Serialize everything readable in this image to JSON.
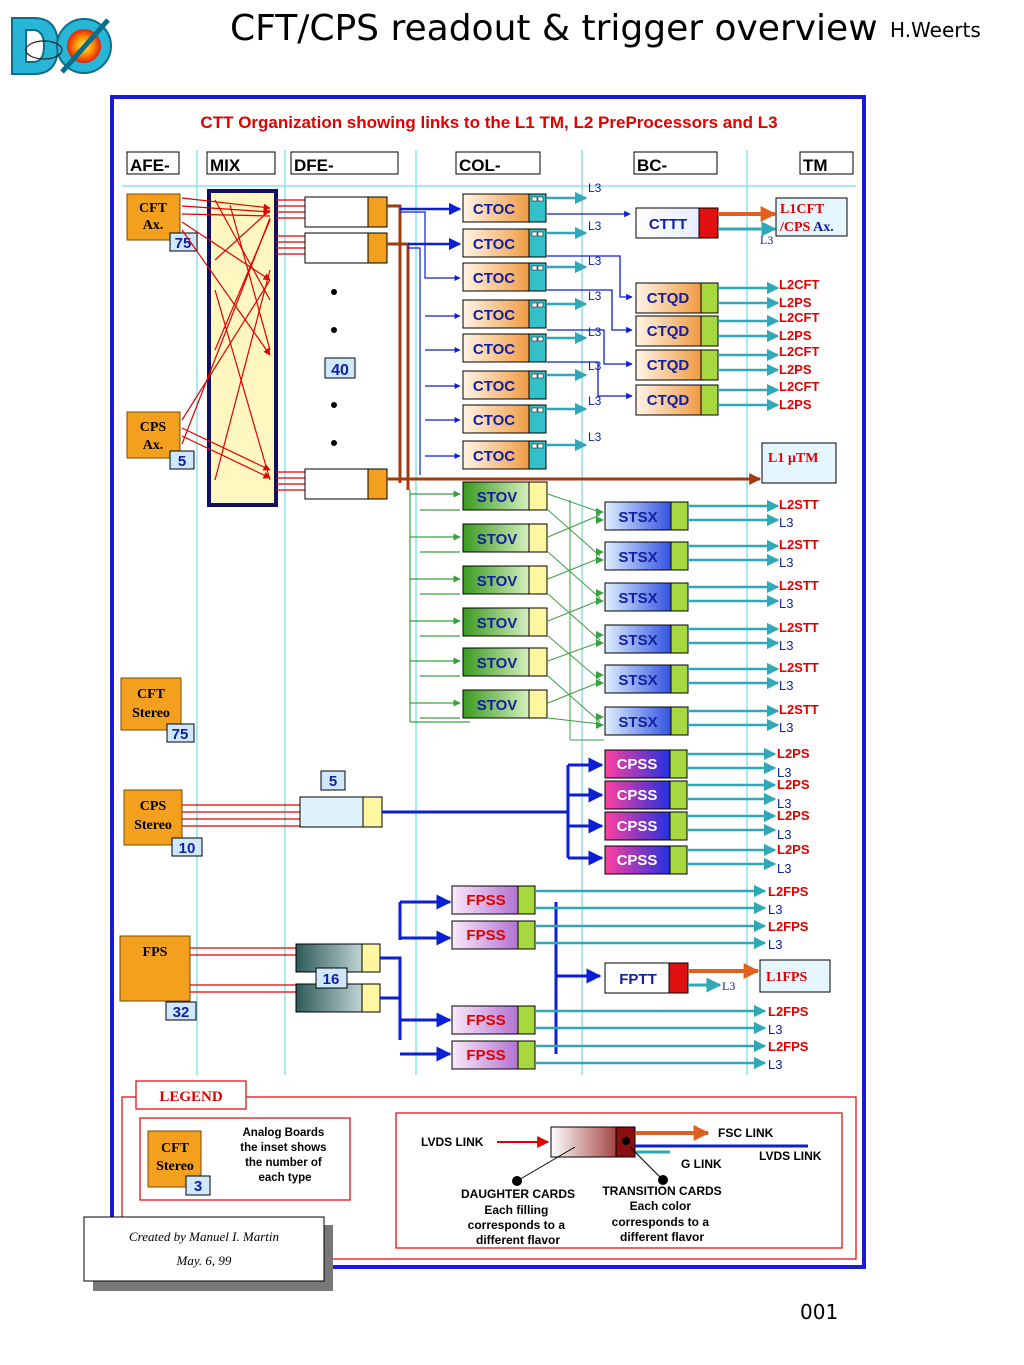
{
  "slide": {
    "title": "CFT/CPS readout & trigger overview",
    "author": "H.Weerts",
    "footer": "001",
    "logo_text": "DØ"
  },
  "diagram": {
    "title": "CTT Organization showing links to the L1 TM, L2 PreProcessors and L3",
    "columns": [
      "AFE-",
      "MIX",
      "DFE-",
      "COL-",
      "BC-",
      "TM"
    ],
    "sources": [
      {
        "label": "CFT\nAx.",
        "count": "75"
      },
      {
        "label": "CPS\nAx.",
        "count": "5"
      },
      {
        "label": "CFT\nStereo",
        "count": "75"
      },
      {
        "label": "CPS\nStereo",
        "count": "10"
      },
      {
        "label": "FPS",
        "count": "32"
      }
    ],
    "dfe_count": "40",
    "cps_stereo_dfe_count": "5",
    "fps_dfe_count": "16",
    "ctoc_label": "CTOC",
    "stov_label": "STOV",
    "ctqd_label": "CTQD",
    "ctqd_outputs": [
      "L2CFT",
      "L2PS"
    ],
    "stsx_label": "STSX",
    "stsx_outputs": [
      "L2STT",
      "L3"
    ],
    "cpss_label": "CPSS",
    "cpss_outputs": [
      "L2PS",
      "L3"
    ],
    "fpss_label": "FPSS",
    "fpss_outputs": [
      "L2FPS",
      "L3"
    ],
    "cttt_label": "CTTT",
    "cttt_output": "L1CFT\n/CPS Ax.",
    "fptt_label": "FPTT",
    "fptt_output": "L1FPS",
    "mutm_output": "L1 µTM",
    "l3_label": "L3"
  },
  "legend": {
    "title": "LEGEND",
    "sample_label": "CFT\nStereo",
    "sample_count": "3",
    "analog_text": "Analog  Boards\nthe inset shows\nthe number of\neach type",
    "lvds_in": "LVDS LINK",
    "fsc_link": "FSC LINK",
    "g_link": "G LINK",
    "lvds_out": "LVDS LINK",
    "daughter_title": "DAUGHTER CARDS",
    "daughter_text": "Each filling\ncorresponds to a\ndifferent flavor",
    "transition_title": "TRANSITION CARDS",
    "transition_text": "Each color\ncorresponds to a\ndifferent flavor"
  },
  "credit": {
    "line1": "Created by Manuel I. Martin",
    "line2": "May. 6, 99"
  },
  "colors": {
    "border": "#1a1ad8",
    "red_title": "#e00000",
    "orange_box": "#f2a01e",
    "cyan_line": "#8ee0ee",
    "blue_arrow": "#0b1fd6",
    "brown": "#a23a10",
    "green_line": "#3aa040"
  }
}
